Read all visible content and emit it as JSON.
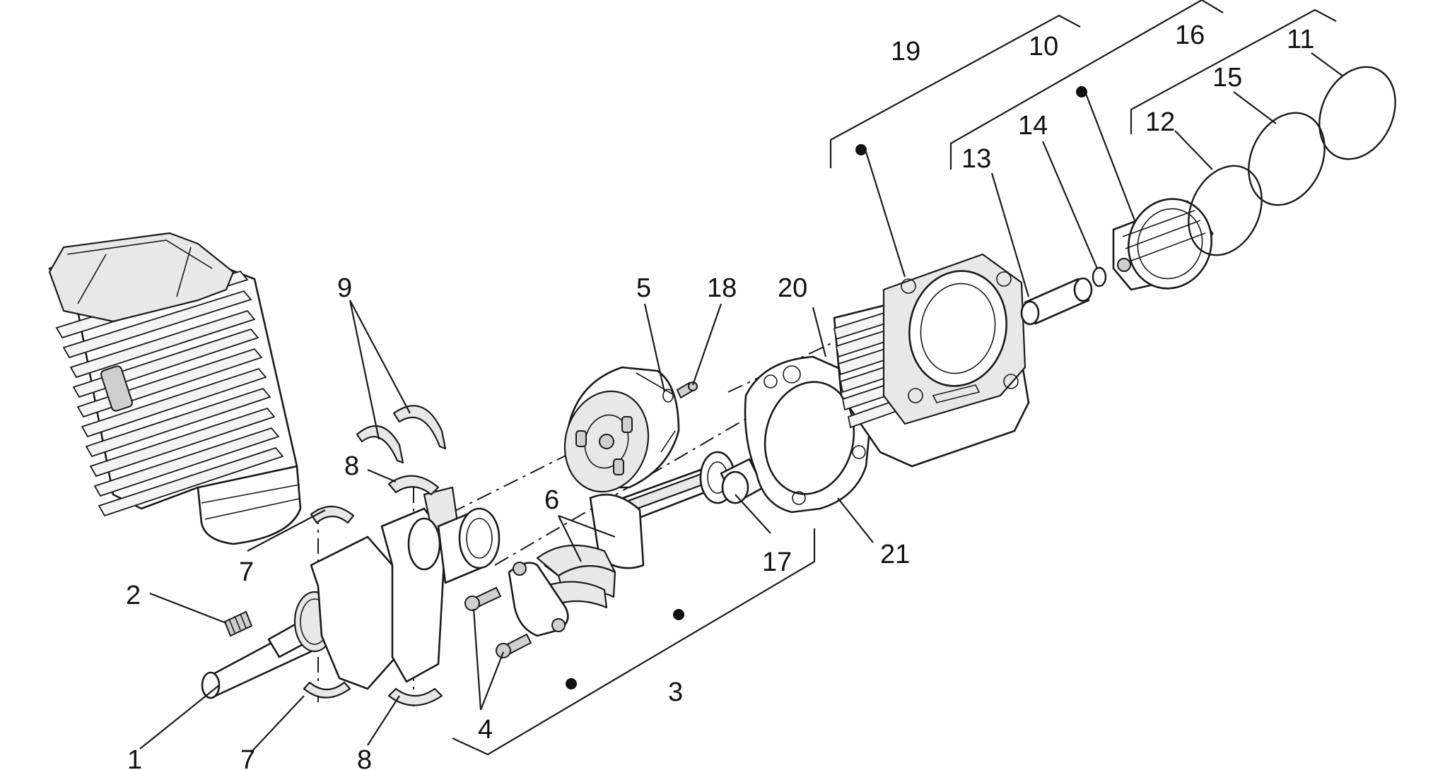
{
  "callouts": {
    "c1": "1",
    "c2": "2",
    "c3": "3",
    "c4": "4",
    "c5": "5",
    "c6": "6",
    "c7a": "7",
    "c7b": "7",
    "c8a": "8",
    "c8b": "8",
    "c9": "9",
    "c10": "10",
    "c11": "11",
    "c12": "12",
    "c13": "13",
    "c14": "14",
    "c15": "15",
    "c16": "16",
    "c17": "17",
    "c18": "18",
    "c19": "19",
    "c20": "20",
    "c21": "21"
  }
}
